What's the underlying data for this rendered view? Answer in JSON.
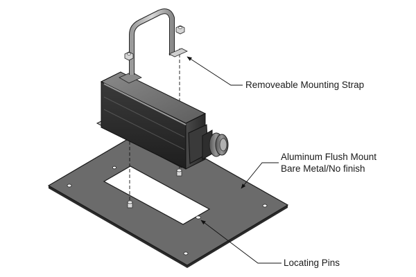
{
  "callouts": {
    "strap": "Removeable Mounting Strap",
    "plate_line1": "Aluminum Flush Mount",
    "plate_line2": "Bare Metal/No finish",
    "pins": "Locating Pins"
  }
}
